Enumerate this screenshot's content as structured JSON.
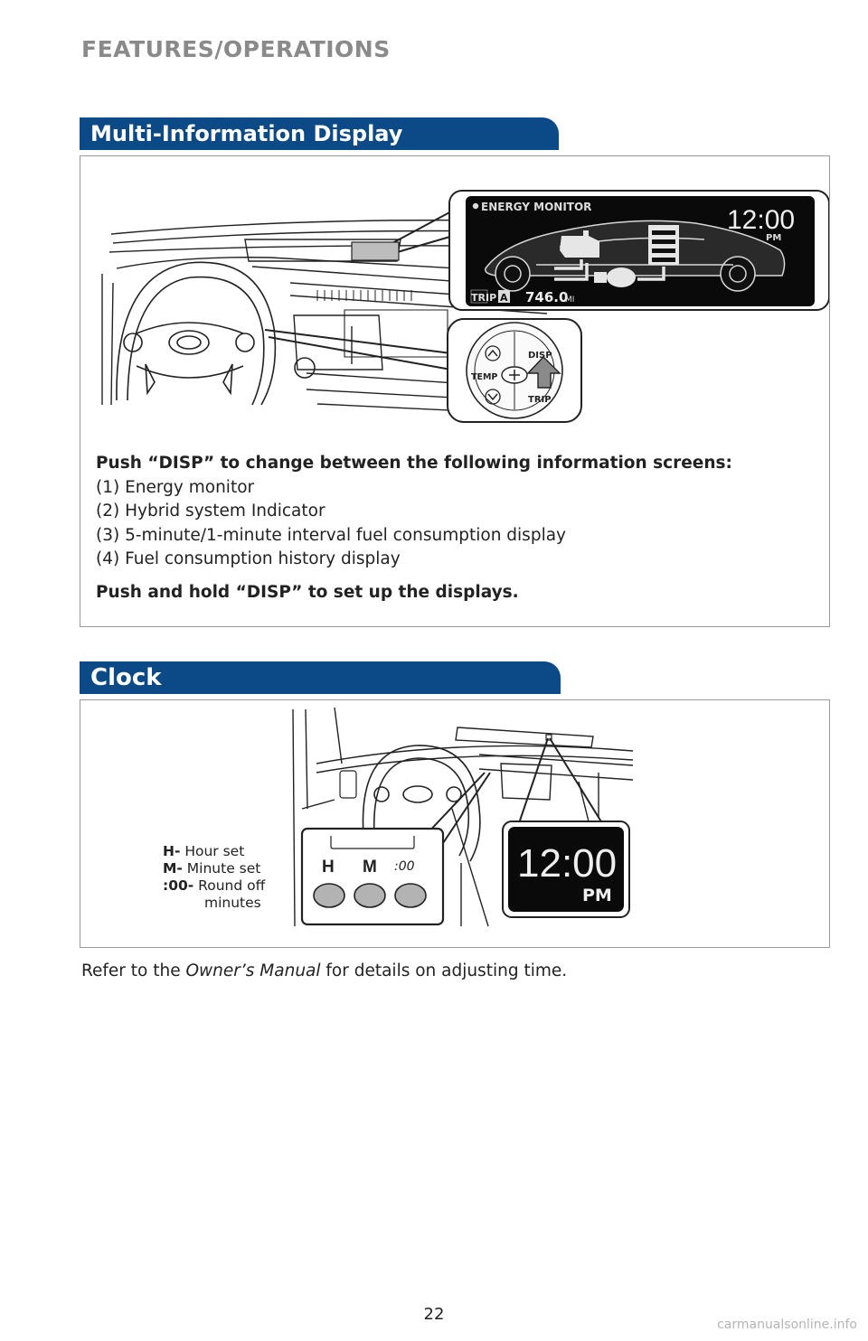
{
  "header": {
    "section_title": "FEATURES/OPERATIONS"
  },
  "multi_info": {
    "title": "Multi-Information Display",
    "screen": {
      "mode_label": "ENERGY MONITOR",
      "time": "12:00",
      "ampm": "PM",
      "trip_label": "TRIP",
      "trip_letter": "A",
      "odometer": "746.0",
      "unit": "MI"
    },
    "buttons": {
      "disp": "DISP",
      "temp": "TEMP",
      "trip": "TRIP"
    },
    "intro": "Push “DISP” to change between the following information screens:",
    "items": [
      "(1) Energy monitor",
      "(2) Hybrid system Indicator",
      "(3) 5-minute/1-minute interval fuel consumption display",
      "(4) Fuel consumption history display"
    ],
    "hold_note": "Push and hold “DISP” to set up the displays."
  },
  "clock": {
    "title": "Clock",
    "display": {
      "time": "12:00",
      "ampm": "PM"
    },
    "buttons": {
      "h": "H",
      "m": "M",
      "zero": ":00"
    },
    "legend": [
      {
        "key": "H-",
        "desc": "Hour set"
      },
      {
        "key": "M-",
        "desc": "Minute set"
      },
      {
        "key": ":00-",
        "desc": "Round off",
        "desc2": "minutes"
      }
    ],
    "refer": {
      "pre": "Refer to the ",
      "manual": "Owner’s Manual",
      "post": " for details on adjusting time."
    }
  },
  "footer": {
    "page_number": "22",
    "watermark": "carmanualsonline.info"
  }
}
